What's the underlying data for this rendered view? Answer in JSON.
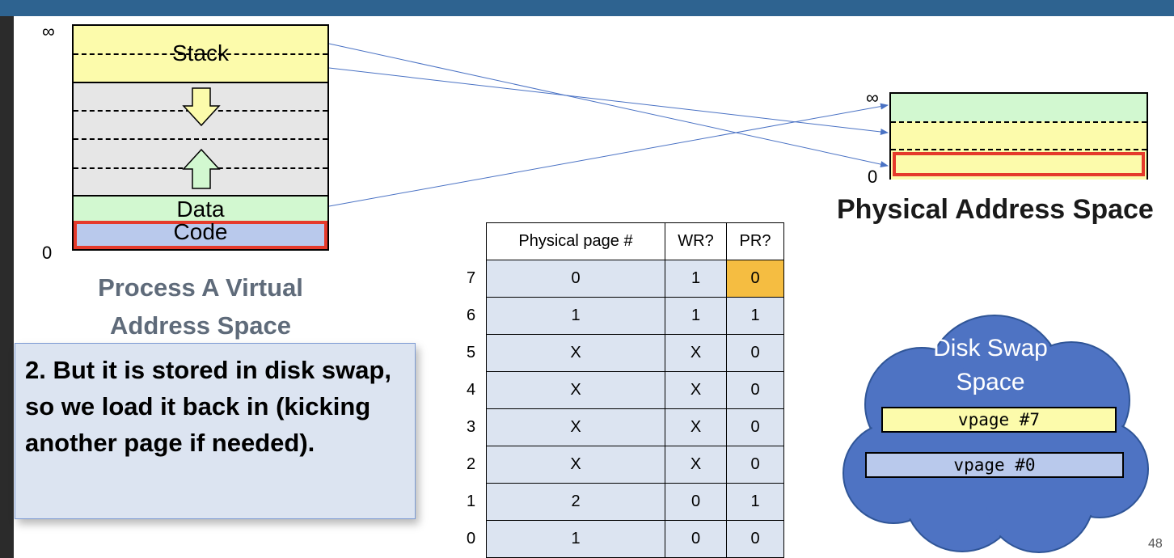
{
  "virtual_space": {
    "segments": {
      "stack": "Stack",
      "data": "Data",
      "code": "Code"
    },
    "top_label": "∞",
    "bottom_label": "0",
    "caption": "Process A Virtual Address Space"
  },
  "note": "2. But it is stored in disk swap, so we load it back in (kicking another page if needed).",
  "page_table": {
    "headers": [
      "Physical page #",
      "WR?",
      "PR?"
    ],
    "rows": [
      {
        "index": "7",
        "physical": "0",
        "wr": "1",
        "pr": "0",
        "highlight": true
      },
      {
        "index": "6",
        "physical": "1",
        "wr": "1",
        "pr": "1"
      },
      {
        "index": "5",
        "physical": "X",
        "wr": "X",
        "pr": "0"
      },
      {
        "index": "4",
        "physical": "X",
        "wr": "X",
        "pr": "0"
      },
      {
        "index": "3",
        "physical": "X",
        "wr": "X",
        "pr": "0"
      },
      {
        "index": "2",
        "physical": "X",
        "wr": "X",
        "pr": "0"
      },
      {
        "index": "1",
        "physical": "2",
        "wr": "0",
        "pr": "1"
      },
      {
        "index": "0",
        "physical": "1",
        "wr": "0",
        "pr": "0"
      }
    ]
  },
  "physical_space": {
    "top_label": "∞",
    "bottom_label": "0",
    "caption": "Physical Address Space"
  },
  "disk_swap": {
    "title": "Disk Swap Space",
    "pages": [
      "vpage  #7",
      "vpage  #0"
    ]
  },
  "slide_number": "48",
  "colors": {
    "stack": "#fcfbab",
    "data": "#d2f8d0",
    "code": "#b9c9ec",
    "highlight_red": "#e53a2b",
    "present_highlight": "#f5bd41",
    "cloud": "#4e73c3",
    "arrow": "#4a72c4"
  }
}
